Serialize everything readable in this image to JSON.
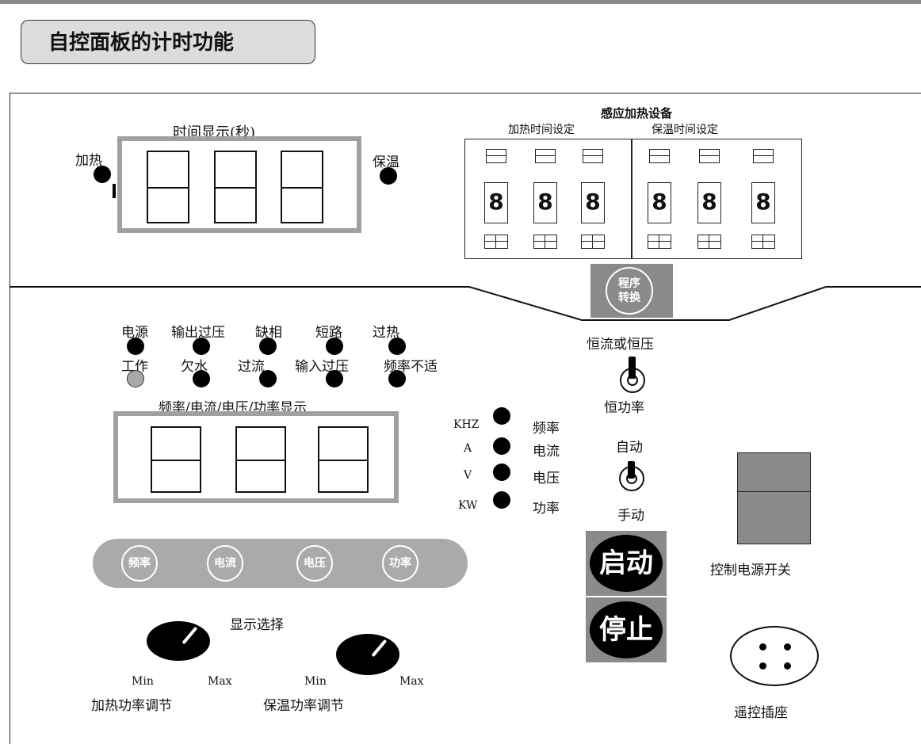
{
  "title": "自控面板的计时功能",
  "device_name": "感应加热设备",
  "time_display": {
    "title": "时间显示(秒)",
    "heat_label": "加热",
    "hold_label": "保温"
  },
  "preset": {
    "heat_title": "加热时间设定",
    "hold_title": "保温时间设定",
    "heat_digits": [
      "8",
      "8",
      "8"
    ],
    "hold_digits": [
      "8",
      "8",
      "8"
    ],
    "program_button": [
      "程序",
      "转换"
    ]
  },
  "indicators": {
    "row1": [
      "电源",
      "输出过压",
      "缺相",
      "短路",
      "过热"
    ],
    "row2": [
      "工作",
      "欠水",
      "过流",
      "输入过压",
      "频率不适"
    ]
  },
  "meter_display": {
    "title": "频率/电流/电压/功率显示"
  },
  "units": [
    {
      "unit": "KHZ",
      "name": "频率"
    },
    {
      "unit": "A",
      "name": "电流"
    },
    {
      "unit": "V",
      "name": "电压"
    },
    {
      "unit": "KW",
      "name": "功率"
    }
  ],
  "select_buttons": [
    "频率",
    "电流",
    "电压",
    "功率"
  ],
  "select_label": "显示选择",
  "mode_switch": {
    "top": "恒流或恒压",
    "bottom": "恒功率"
  },
  "auto_switch": {
    "top": "自动",
    "bottom": "手动"
  },
  "start_label": "启动",
  "stop_label": "停止",
  "power_switch_label": "控制电源开关",
  "remote_socket_label": "遥控插座",
  "knobs": [
    {
      "label": "加热功率调节",
      "min": "Min",
      "max": "Max"
    },
    {
      "label": "保温功率调节",
      "min": "Min",
      "max": "Max"
    }
  ],
  "colors": {
    "frame_gray": "#a0a0a0",
    "title_bg": "#dcdcdc",
    "led": "#000000",
    "led_work": "#a8a8a8"
  }
}
